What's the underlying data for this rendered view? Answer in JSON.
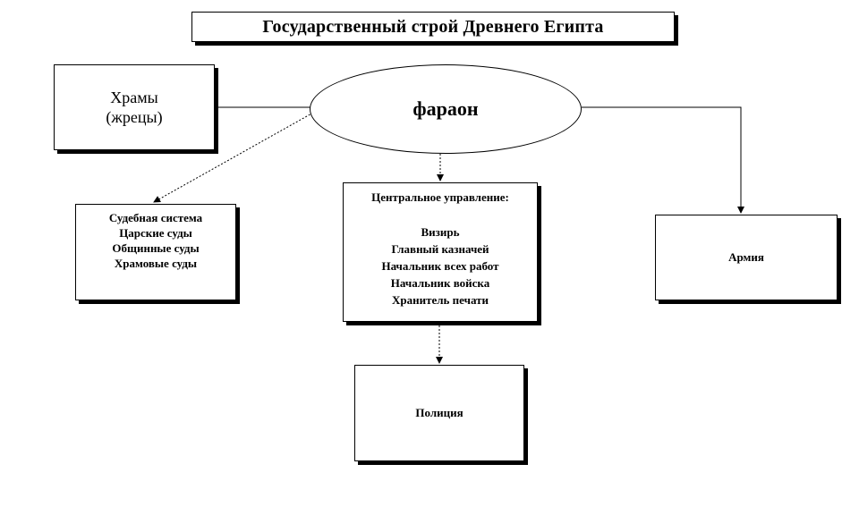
{
  "title": "Государственный строй Древнего Египта",
  "pharaoh": "фараон",
  "temples": {
    "line1": "Храмы",
    "line2": "(жрецы)"
  },
  "judicial": {
    "heading": "Судебная система",
    "items": [
      "Царские суды",
      "Общинные суды",
      "Храмовые суды"
    ]
  },
  "central": {
    "heading": "Центральное управление:",
    "items": [
      "Визирь",
      "Главный казначей",
      "Начальник всех работ",
      "Начальник войска",
      "Хранитель печати"
    ]
  },
  "army": "Армия",
  "police": "Полиция",
  "colors": {
    "stroke": "#000000",
    "background": "#ffffff"
  }
}
